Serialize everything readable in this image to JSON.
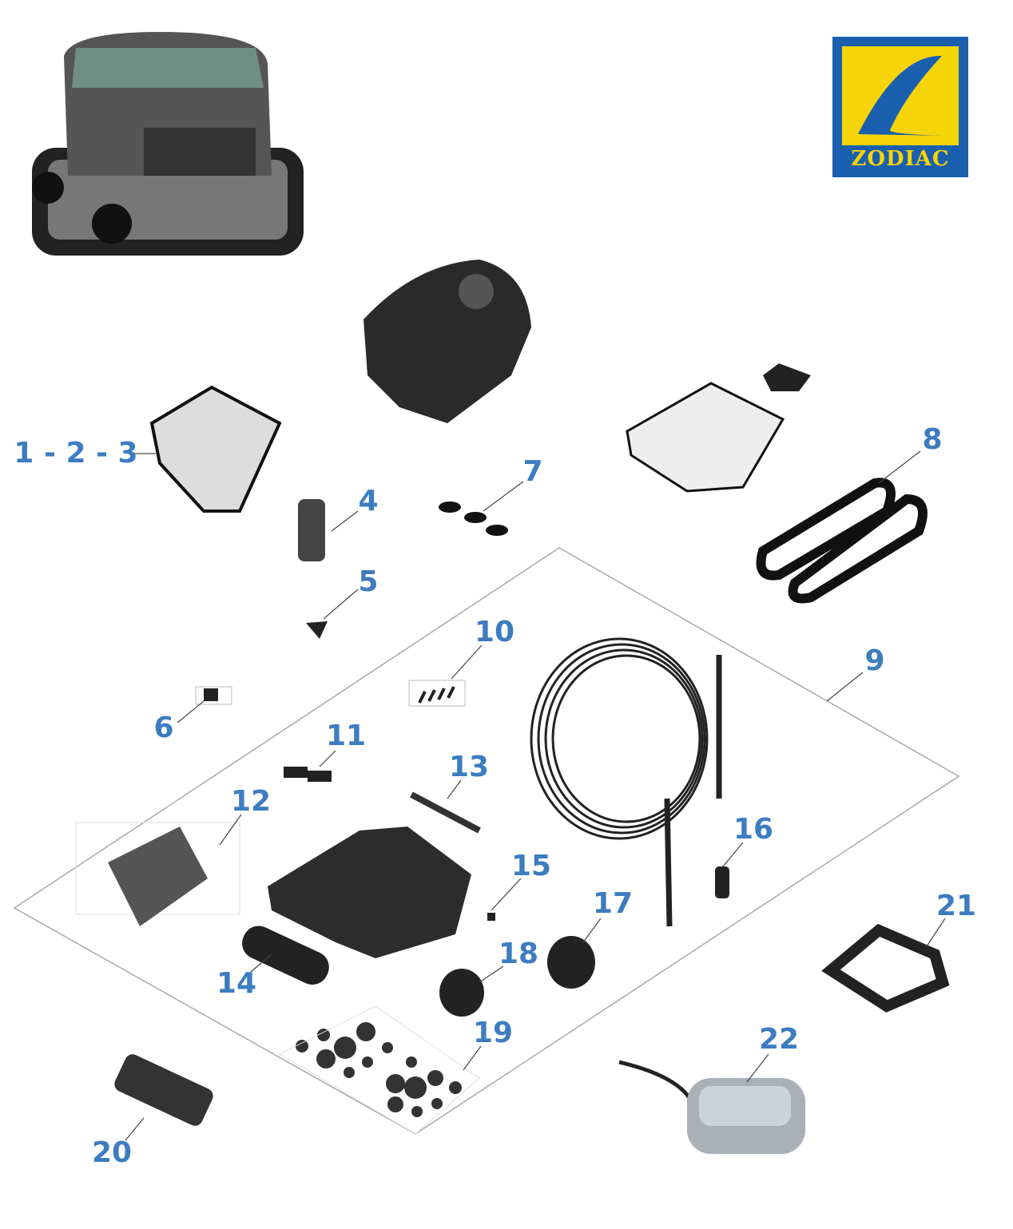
{
  "brand": {
    "name": "ZODIAC",
    "colors": {
      "blue": "#1a5fae",
      "yellow": "#f6d40a"
    }
  },
  "label_color": "#3d7cc0",
  "callouts": {
    "p123": "1 - 2 - 3",
    "p4": "4",
    "p5": "5",
    "p6": "6",
    "p7": "7",
    "p8": "8",
    "p9": "9",
    "p10": "10",
    "p11": "11",
    "p12": "12",
    "p13": "13",
    "p14": "14",
    "p15": "15",
    "p16": "16",
    "p17": "17",
    "p18": "18",
    "p19": "19",
    "p20": "20",
    "p21": "21",
    "p22": "22"
  }
}
